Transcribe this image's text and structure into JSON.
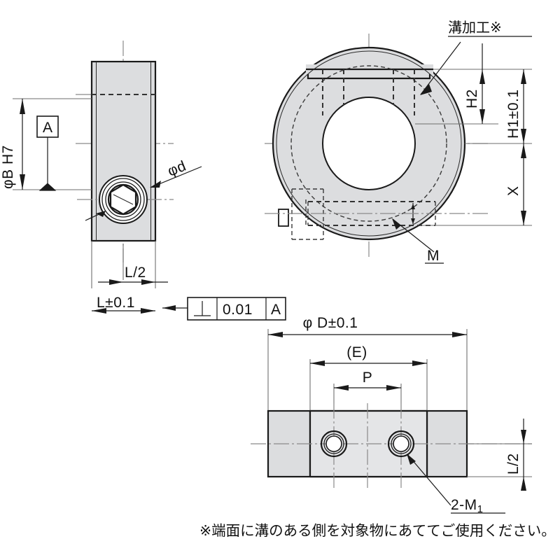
{
  "drawing": {
    "title": "shaft-collar-technical-drawing",
    "colors": {
      "body_fill": "#dcdddf",
      "outline": "#1a1a1a",
      "center_line": "#8a8a8a",
      "hidden_line": "#333333",
      "background": "#ffffff"
    }
  },
  "side_view": {
    "name": "side-section-view",
    "dim_bore_label": "φB H7",
    "datum_label": "A",
    "screw_label": "φd",
    "dim_half_length_label": "L/2",
    "dim_length_label": "L±0.1"
  },
  "gdt": {
    "symbol": "⟂",
    "tolerance": "0.01",
    "datum": "A"
  },
  "front_view": {
    "name": "front-circular-view",
    "groove_note": "溝加工※",
    "dim_h2": "H2",
    "dim_h1": "H1±0.1",
    "dim_x": "X",
    "thread_label": "M"
  },
  "bottom_view": {
    "name": "bottom-plan-view",
    "dim_outer_diameter": "φ D±0.1",
    "dim_e": "(E)",
    "dim_p": "P",
    "dim_half_length_label": "L/2",
    "screw_callout": "2-M",
    "screw_callout_sub": "1"
  },
  "footnote": {
    "text": "※端面に溝のある側を対象物にあててご使用ください。"
  }
}
